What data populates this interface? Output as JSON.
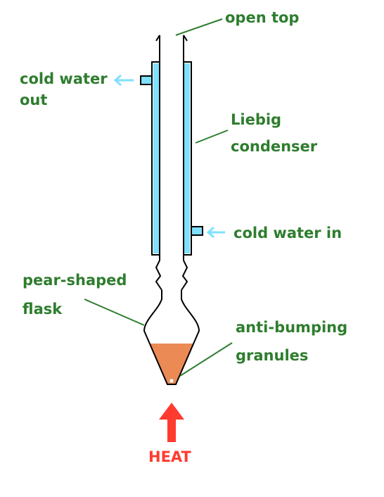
{
  "labels": {
    "open_top": "open top",
    "cold_water_out_1": "cold water",
    "cold_water_out_2": "out",
    "liebig_1": "Liebig",
    "liebig_2": "condenser",
    "cold_water_in": "cold water in",
    "flask_1": "pear-shaped",
    "flask_2": "flask",
    "granules_1": "anti-bumping",
    "granules_2": "granules",
    "heat": "HEAT"
  },
  "colors": {
    "label_green": "#2e7d2e",
    "water_cyan": "#7fe0ff",
    "glass_outline": "#000000",
    "liquid_orange": "#ec8a55",
    "heat_red": "#ff3b30"
  }
}
